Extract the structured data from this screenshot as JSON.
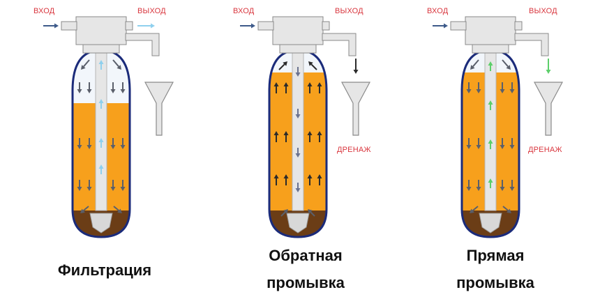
{
  "colors": {
    "label_red": "#d9363e",
    "media_orange": "#f7a01c",
    "gravel_brown": "#6b3d16",
    "tank_border": "#1b2b7a",
    "arrow_gray": "#5a5f6b",
    "arrow_dark": "#2b2b2b",
    "arrow_lightblue": "#8fd0ee",
    "arrow_green": "#5ccf6a",
    "pipe_fill": "#e6e6e6",
    "pipe_stroke": "#8a8a8a"
  },
  "panels": [
    {
      "inlet_label": "ВХОД",
      "outlet_label": "ВЫХОД",
      "drain_label": "",
      "caption_line1": "Фильтрация",
      "caption_line2": "",
      "icons": [
        "inlet-arrow-icon",
        "outlet-arrow-icon",
        "funnel-icon"
      ]
    },
    {
      "inlet_label": "ВХОД",
      "outlet_label": "ВЫХОД",
      "drain_label": "ДРЕНАЖ",
      "caption_line1": "Обратная",
      "caption_line2": "промывка",
      "icons": [
        "inlet-arrow-icon",
        "drain-arrow-icon",
        "funnel-icon"
      ]
    },
    {
      "inlet_label": "ВХОД",
      "outlet_label": "ВЫХОД",
      "drain_label": "ДРЕНАЖ",
      "caption_line1": "Прямая",
      "caption_line2": "промывка",
      "icons": [
        "inlet-arrow-icon",
        "drain-arrow-icon",
        "funnel-icon"
      ]
    }
  ]
}
